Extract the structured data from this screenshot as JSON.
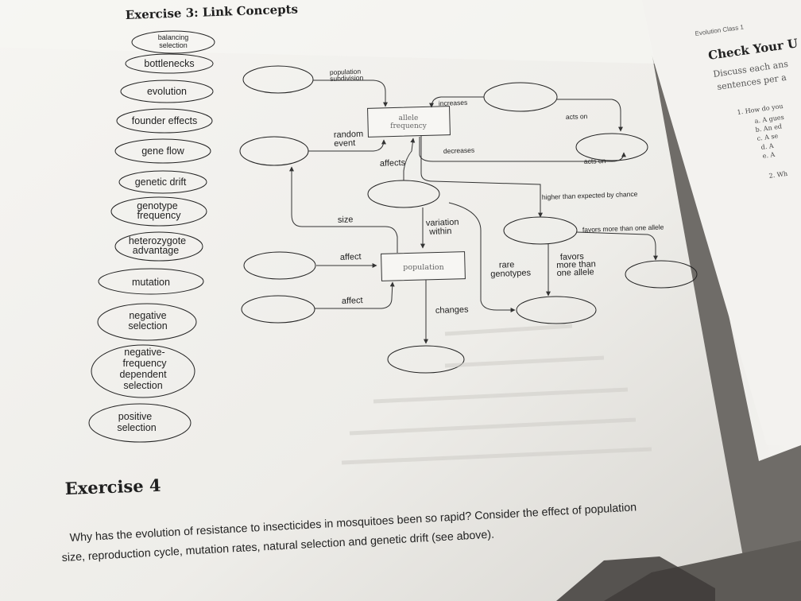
{
  "exercise3": {
    "title": "Exercise 3: Link Concepts",
    "terms": [
      [
        "balancing",
        "selection"
      ],
      [
        "bottlenecks"
      ],
      [
        "evolution"
      ],
      [
        "founder effects"
      ],
      [
        "gene flow"
      ],
      [
        "genetic drift"
      ],
      [
        "genotype",
        "frequency"
      ],
      [
        "heterozygote",
        "advantage"
      ],
      [
        "mutation"
      ],
      [
        "negative",
        "selection"
      ],
      [
        "negative-",
        "frequency",
        "dependent",
        "selection"
      ],
      [
        "positive",
        "selection"
      ]
    ]
  },
  "concept_map": {
    "center_box_allele": [
      "allele",
      "frequency"
    ],
    "center_box_population": "population",
    "labels": {
      "population_subdivision": [
        "population",
        "subdivision"
      ],
      "increases": "increases",
      "acts_on_1": "acts on",
      "random_event": [
        "random",
        "event"
      ],
      "decreases": "decreases",
      "affects": "affects",
      "acts_on_2": "acts on",
      "higher_than_expected": "higher than expected by chance",
      "size": "size",
      "variation_within": [
        "variation",
        "within"
      ],
      "favors_more_than_one_allele": "favors more than one allele",
      "affect_1": "affect",
      "rare_genotypes": [
        "rare",
        "genotypes"
      ],
      "favors_more_than_one_allele_2": [
        "favors",
        "more than",
        "one allele"
      ],
      "affect_2": "affect",
      "changes": "changes"
    }
  },
  "exercise4": {
    "title": "Exercise 4",
    "question_line1": "Why has the evolution of resistance to insecticides in mosquitoes been so rapid? Consider the effect of population",
    "question_line2": "size, reproduction cycle, mutation rates, natural selection and genetic drift (see above)."
  },
  "side_page": {
    "class_label": "Evolution Class 1",
    "heading": "Check Your U",
    "line1": "Discuss each ans",
    "line2": "sentences per a",
    "q1": "1.  How do you",
    "q1a": "a.  A gues",
    "q1b": "b.  An ed",
    "q1c": "c.  A se",
    "q1d": "d.  A",
    "q1e": "e.  A",
    "q2": "2.  Wh"
  },
  "colors": {
    "paper": "#f2f1ee",
    "paper_shadow": "#d9d8d4",
    "ink": "#1f1f1f",
    "background": "#6f6c68"
  }
}
